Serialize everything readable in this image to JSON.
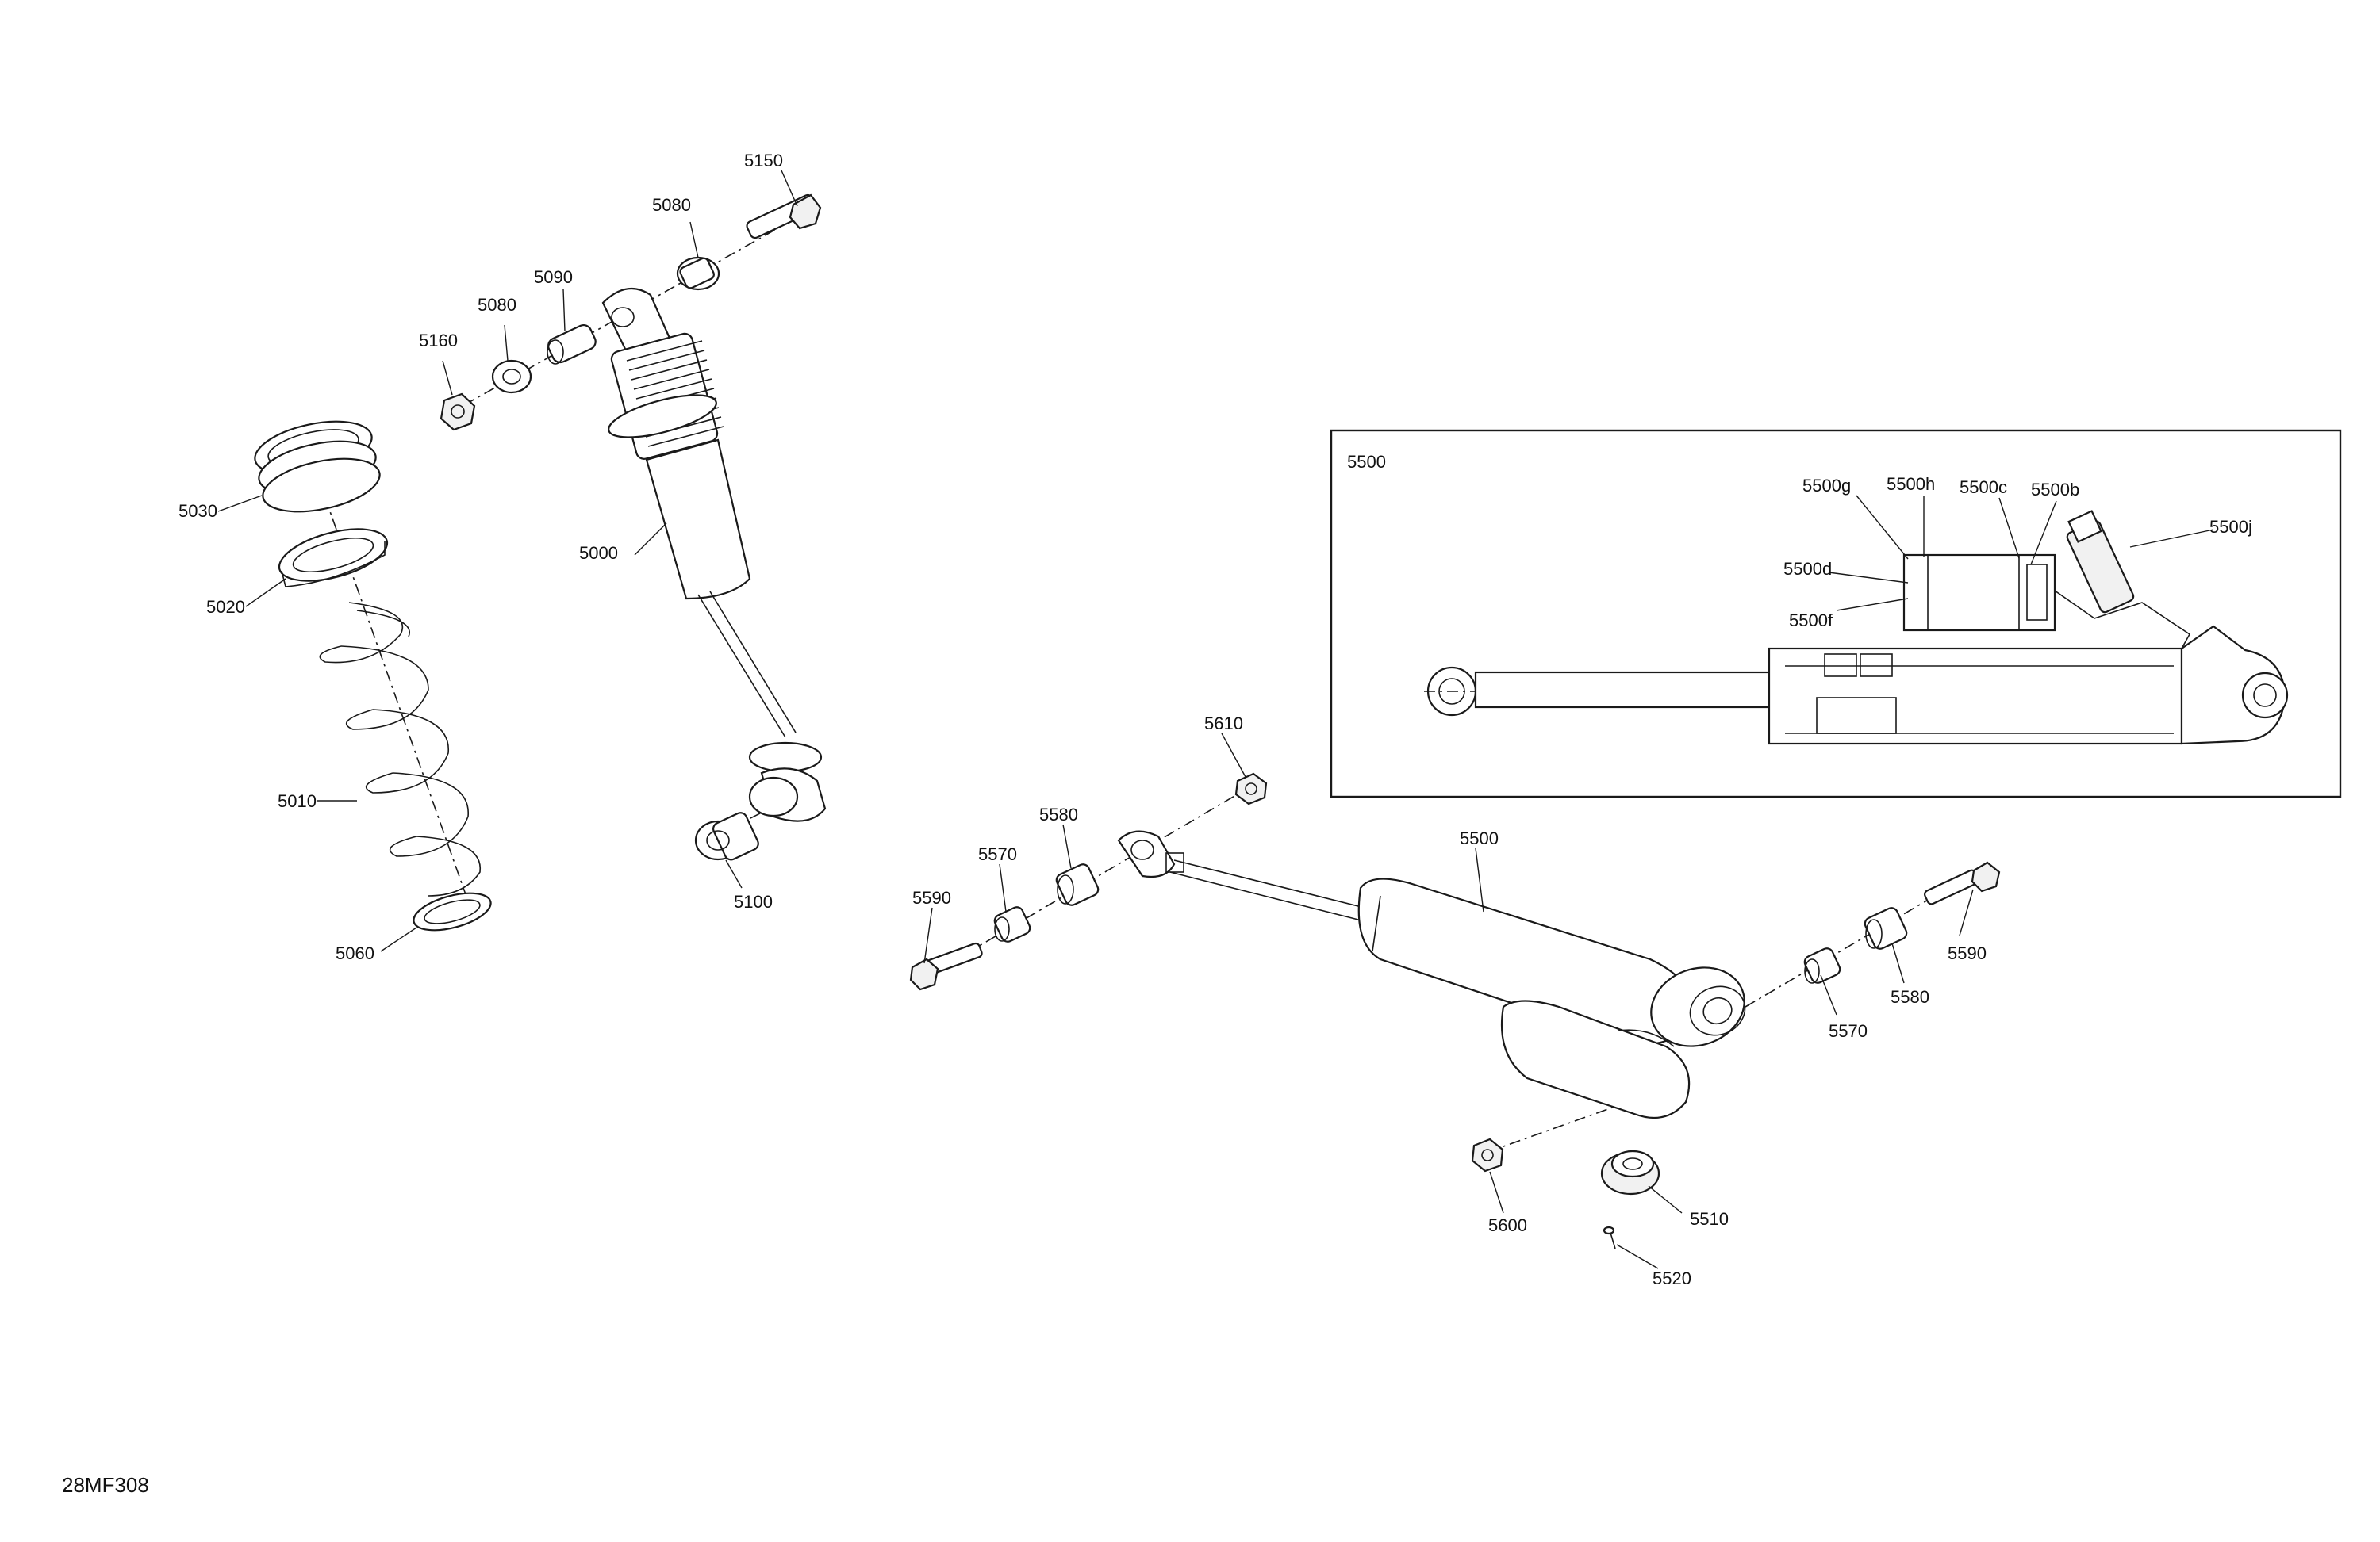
{
  "diagram_code": "28MF308",
  "inset": {
    "title": "5500"
  },
  "callouts": {
    "c5150": "5150",
    "c5080_top": "5080",
    "c5090": "5090",
    "c5080_mid": "5080",
    "c5160": "5160",
    "c5030": "5030",
    "c5020": "5020",
    "c5000": "5000",
    "c5010": "5010",
    "c5060": "5060",
    "c5100": "5100",
    "c5610": "5610",
    "c5580_l": "5580",
    "c5570_l": "5570",
    "c5590_l": "5590",
    "c5500": "5500",
    "c5590_r": "5590",
    "c5580_r": "5580",
    "c5570_r": "5570",
    "c5600": "5600",
    "c5510": "5510",
    "c5520": "5520",
    "c5500g": "5500g",
    "c5500h": "5500h",
    "c5500c": "5500c",
    "c5500b": "5500b",
    "c5500j": "5500j",
    "c5500d": "5500d",
    "c5500f": "5500f"
  }
}
